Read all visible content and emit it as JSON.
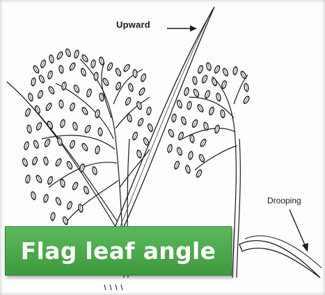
{
  "labels": {
    "upward": "Upward",
    "drooping": "Drooping"
  },
  "caption": "Flag leaf angle",
  "colors": {
    "caption_background": "#4cae4c",
    "caption_text": "#ffffff",
    "line_art": "#1a1a1a"
  },
  "icons": [
    "upward-arrow-icon",
    "drooping-arrow-icon"
  ]
}
